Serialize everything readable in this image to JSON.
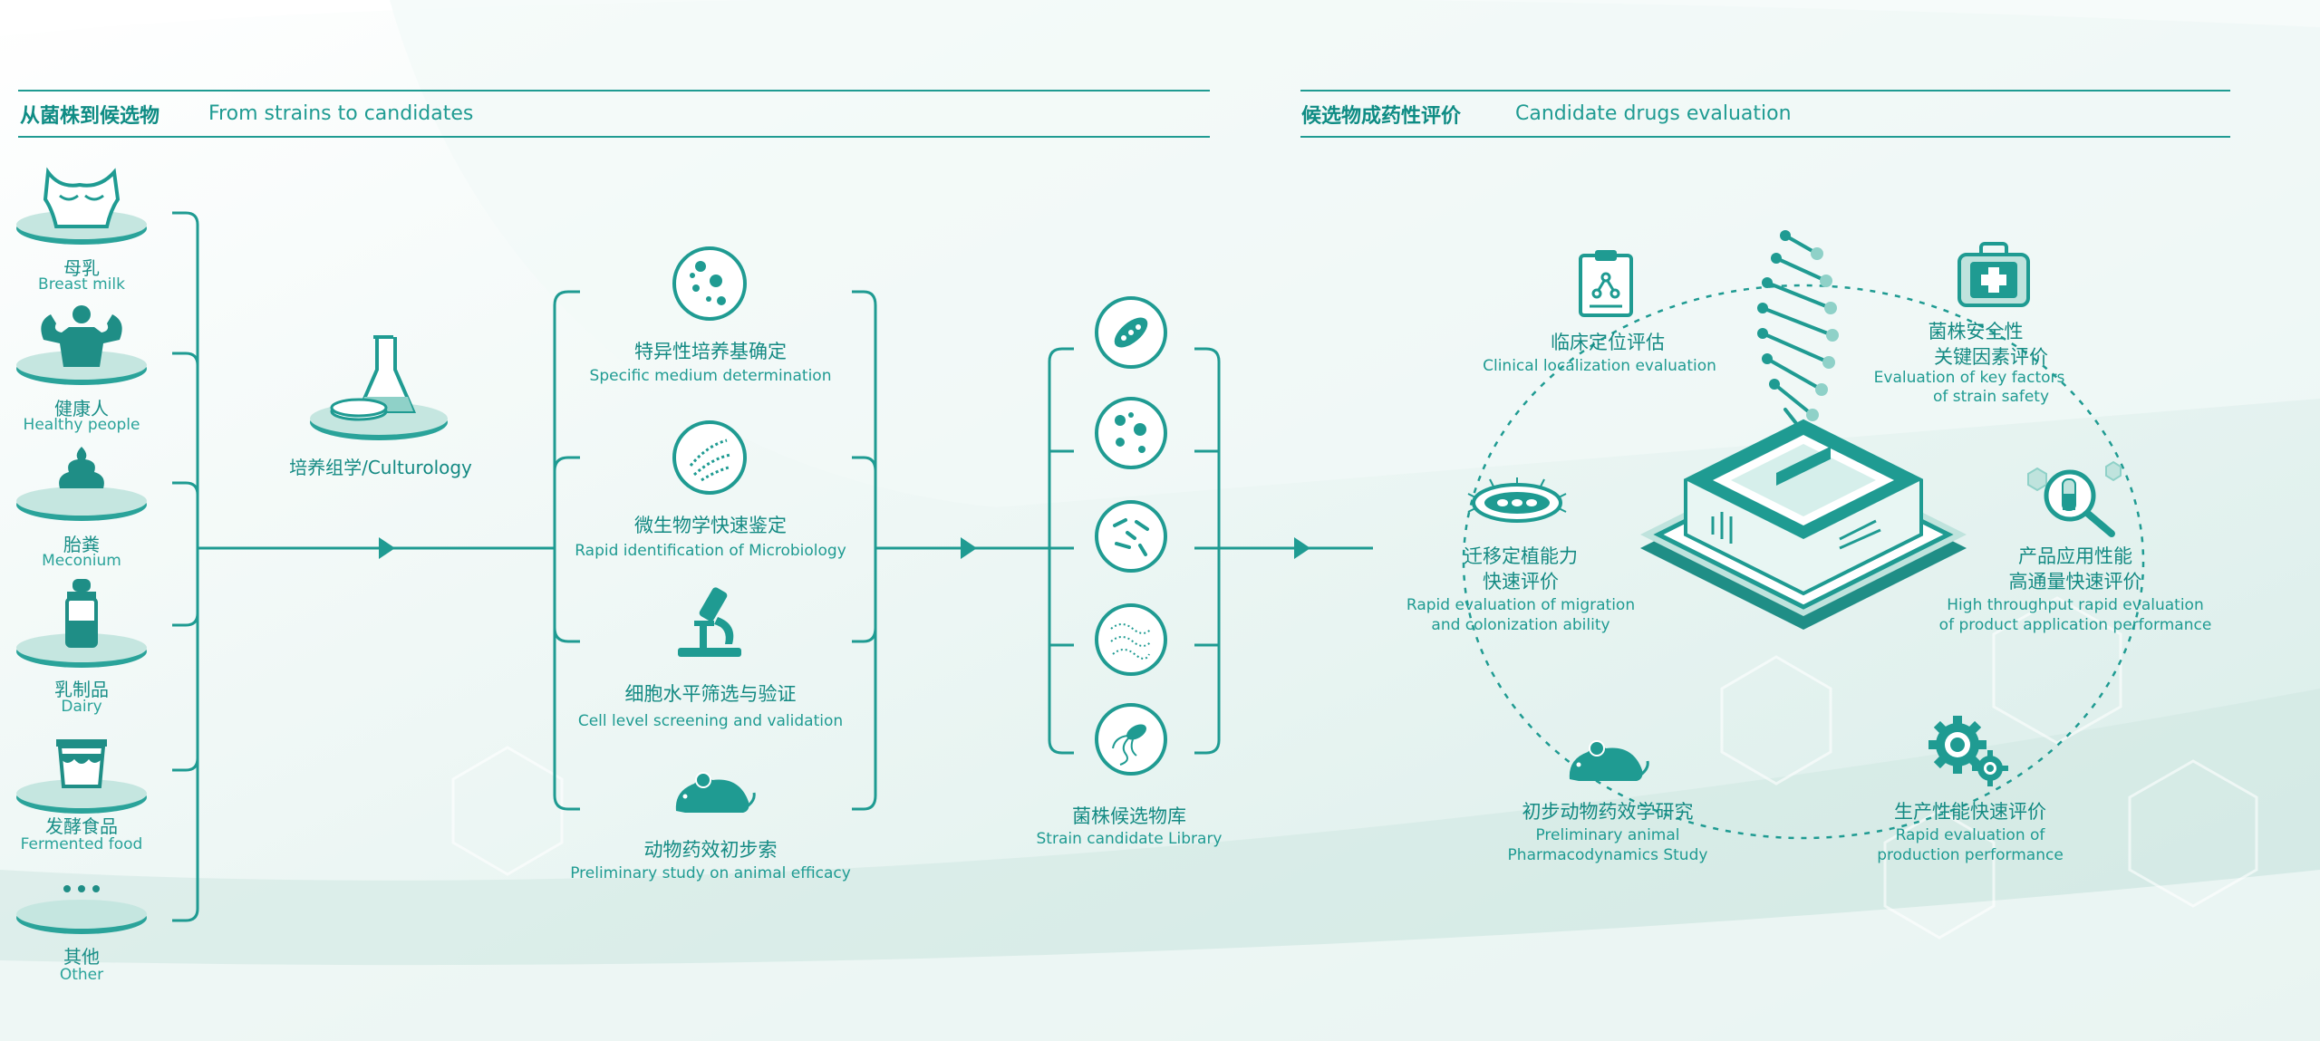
{
  "left_header": {
    "zh": "从菌株到候选物",
    "en": "From strains to candidates"
  },
  "right_header": {
    "zh": "候选物成药性评价",
    "en": "Candidate drugs evaluation"
  },
  "sources": [
    {
      "zh": "母乳",
      "en": "Breast milk",
      "icon": "breast-icon"
    },
    {
      "zh": "健康人",
      "en": "Healthy people",
      "icon": "healthy-person-icon"
    },
    {
      "zh": "胎粪",
      "en": "Meconium",
      "icon": "meconium-icon"
    },
    {
      "zh": "乳制品",
      "en": "Dairy",
      "icon": "milk-bottle-icon"
    },
    {
      "zh": "发酵食品",
      "en": "Fermented food",
      "icon": "fermented-cup-icon"
    },
    {
      "zh": "其他",
      "en": "Other",
      "icon": "ellipsis-icon"
    }
  ],
  "culturology": {
    "label": "培养组学/Culturology",
    "icon": "flask-petri-icon"
  },
  "methods": [
    {
      "zh": "特异性培养基确定",
      "en": "Specific medium determination",
      "icon": "bacteria-dish-icon"
    },
    {
      "zh": "微生物学快速鉴定",
      "en": "Rapid identification of Microbiology",
      "icon": "microbe-dish-icon"
    },
    {
      "zh": "细胞水平筛选与验证",
      "en": "Cell level screening and validation",
      "icon": "microscope-icon"
    },
    {
      "zh": "动物药效初步索",
      "en": "Preliminary study on animal efficacy",
      "icon": "mouse-icon"
    }
  ],
  "library": {
    "zh": "菌株候选物库",
    "en": "Strain candidate Library",
    "icons": [
      "bacillus-icon",
      "cocci-icon",
      "rods-icon",
      "spiral-icon",
      "flagella-icon"
    ]
  },
  "evaluations": [
    {
      "zh": "临床定位评估",
      "en": "Clinical localization evaluation",
      "icon": "clipboard-icon"
    },
    {
      "zh": "菌株安全性",
      "zh2": "关键因素评价",
      "en": "Evaluation of key factors",
      "en2": "of strain safety",
      "icon": "medical-kit-icon"
    },
    {
      "zh": "迁移定植能力",
      "zh2": "快速评价",
      "en": "Rapid evaluation of migration",
      "en2": "and colonization ability",
      "icon": "migrating-bacterium-icon"
    },
    {
      "zh": "产品应用性能",
      "zh2": "高通量快速评价",
      "en": "High throughput rapid evaluation",
      "en2": "of product application performance",
      "icon": "magnifier-molecule-icon"
    },
    {
      "zh": "初步动物药效学研究",
      "en": "Preliminary animal",
      "en2": "Pharmacodynamics Study",
      "icon": "mouse-icon"
    },
    {
      "zh": "生产性能快速评价",
      "en": "Rapid evaluation of",
      "en2": "production performance",
      "icon": "gears-icon"
    }
  ],
  "colors": {
    "primary": "#1f9b92",
    "dark": "#0f8c84",
    "light": "#bfe3dd",
    "bg": "#e9f4f2"
  }
}
